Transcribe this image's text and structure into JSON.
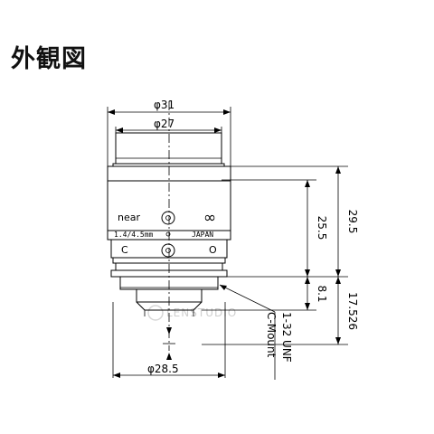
{
  "title": "外観図",
  "lens": {
    "focus_near": "near",
    "focus_infinity": "∞",
    "aperture_marking": "1.4/4.5mm",
    "origin_marking": "JAPAN",
    "iris_close": "C",
    "iris_open": "O"
  },
  "dimensions": {
    "outer_diameter": "φ31",
    "front_diameter": "φ27",
    "rear_diameter": "φ28.5",
    "body_length": "25.5",
    "overall_length": "29.5",
    "mount_length": "8.1",
    "flange_back": "17.526",
    "thread_spec": "1-32 UNF",
    "mount_type": "C-Mount"
  },
  "watermark": "LENSTUDIO"
}
